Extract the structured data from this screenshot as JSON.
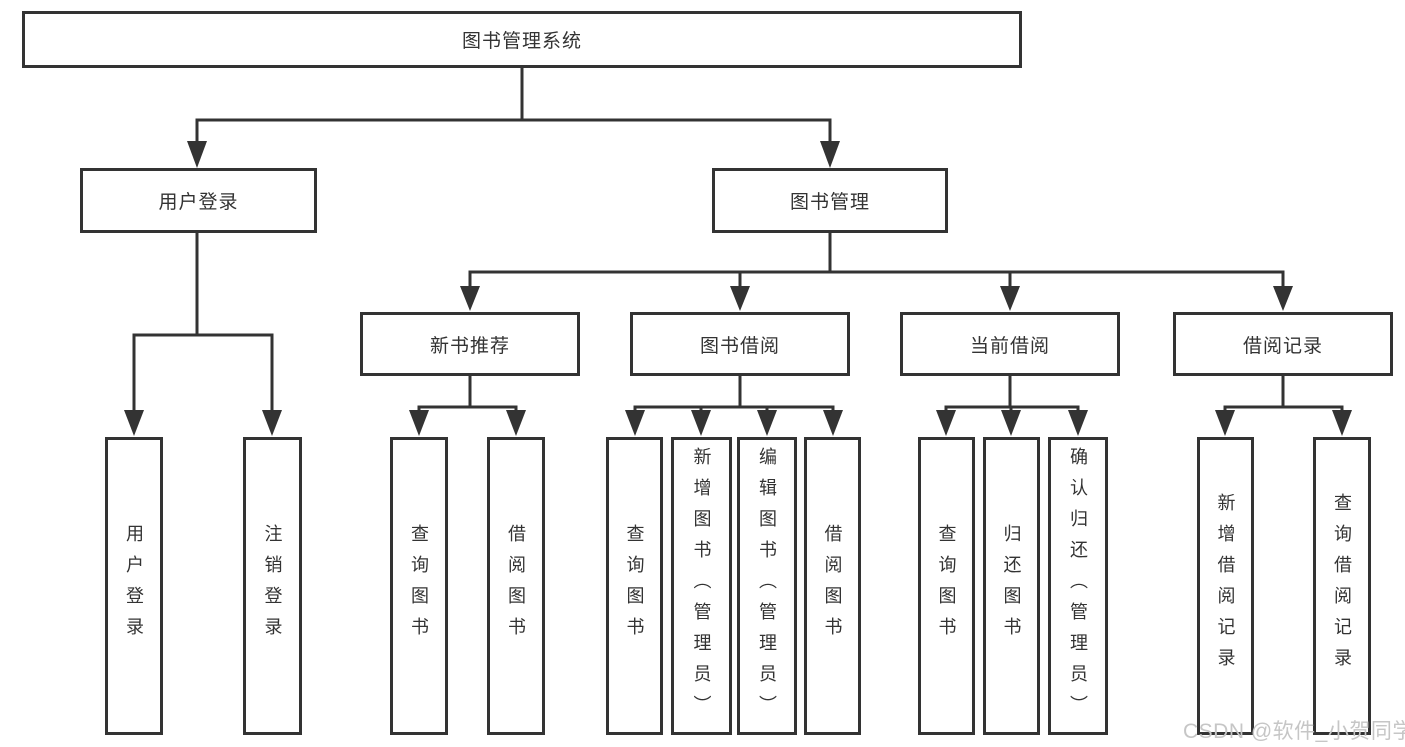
{
  "diagram": {
    "type": "hierarchy-tree",
    "tree": {
      "label": "图书管理系统",
      "children": [
        {
          "label": "用户登录",
          "children": [
            {
              "label": "用户登录"
            },
            {
              "label": "注销登录"
            }
          ]
        },
        {
          "label": "图书管理",
          "children": [
            {
              "label": "新书推荐",
              "children": [
                {
                  "label": "查询图书"
                },
                {
                  "label": "借阅图书"
                }
              ]
            },
            {
              "label": "图书借阅",
              "children": [
                {
                  "label": "查询图书"
                },
                {
                  "label": "新增图书（管理员）"
                },
                {
                  "label": "编辑图书（管理员）"
                },
                {
                  "label": "借阅图书"
                }
              ]
            },
            {
              "label": "当前借阅",
              "children": [
                {
                  "label": "查询图书"
                },
                {
                  "label": "归还图书"
                },
                {
                  "label": "确认归还（管理员）"
                }
              ]
            },
            {
              "label": "借阅记录",
              "children": [
                {
                  "label": "新增借阅记录"
                },
                {
                  "label": "查询借阅记录"
                }
              ]
            }
          ]
        }
      ]
    },
    "colors": {
      "line": "#333333",
      "box_border": "#333333",
      "text": "#333333",
      "background": "#ffffff",
      "watermark_text": "#c6c6c6"
    }
  },
  "watermark": {
    "text": "CSDN @软件_小贺同学"
  }
}
